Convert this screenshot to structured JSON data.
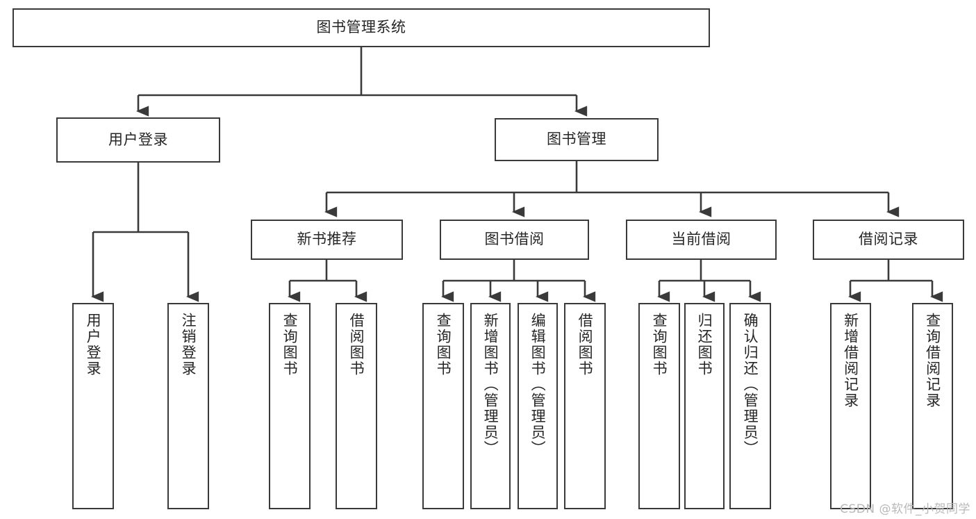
{
  "diagram": {
    "type": "tree",
    "title": "图书管理系统",
    "watermark": "CSDN @软件_小贺同学",
    "colors": {
      "box_border": "#3a3a3a",
      "box_fill": "#ffffff",
      "connector": "#3a3a3a",
      "text": "#262626",
      "watermark": "#b9b9b9",
      "background": "#ffffff"
    },
    "root": {
      "label": "图书管理系统"
    },
    "level2": [
      {
        "label": "用户登录"
      },
      {
        "label": "图书管理"
      }
    ],
    "level3": [
      {
        "label": "新书推荐"
      },
      {
        "label": "图书借阅"
      },
      {
        "label": "当前借阅"
      },
      {
        "label": "借阅记录"
      }
    ],
    "leaves": {
      "user_login": [
        {
          "label": "用户登录"
        },
        {
          "label": "注销登录"
        }
      ],
      "new_book": [
        {
          "label": "查询图书"
        },
        {
          "label": "借阅图书"
        }
      ],
      "book_borrow": [
        {
          "label": "查询图书"
        },
        {
          "label": "新增图书（管理员）"
        },
        {
          "label": "编辑图书（管理员）"
        },
        {
          "label": "借阅图书"
        }
      ],
      "current_borrow": [
        {
          "label": "查询图书"
        },
        {
          "label": "归还图书"
        },
        {
          "label": "确认归还（管理员）"
        }
      ],
      "borrow_record": [
        {
          "label": "新增借阅记录"
        },
        {
          "label": "查询借阅记录"
        }
      ]
    }
  }
}
